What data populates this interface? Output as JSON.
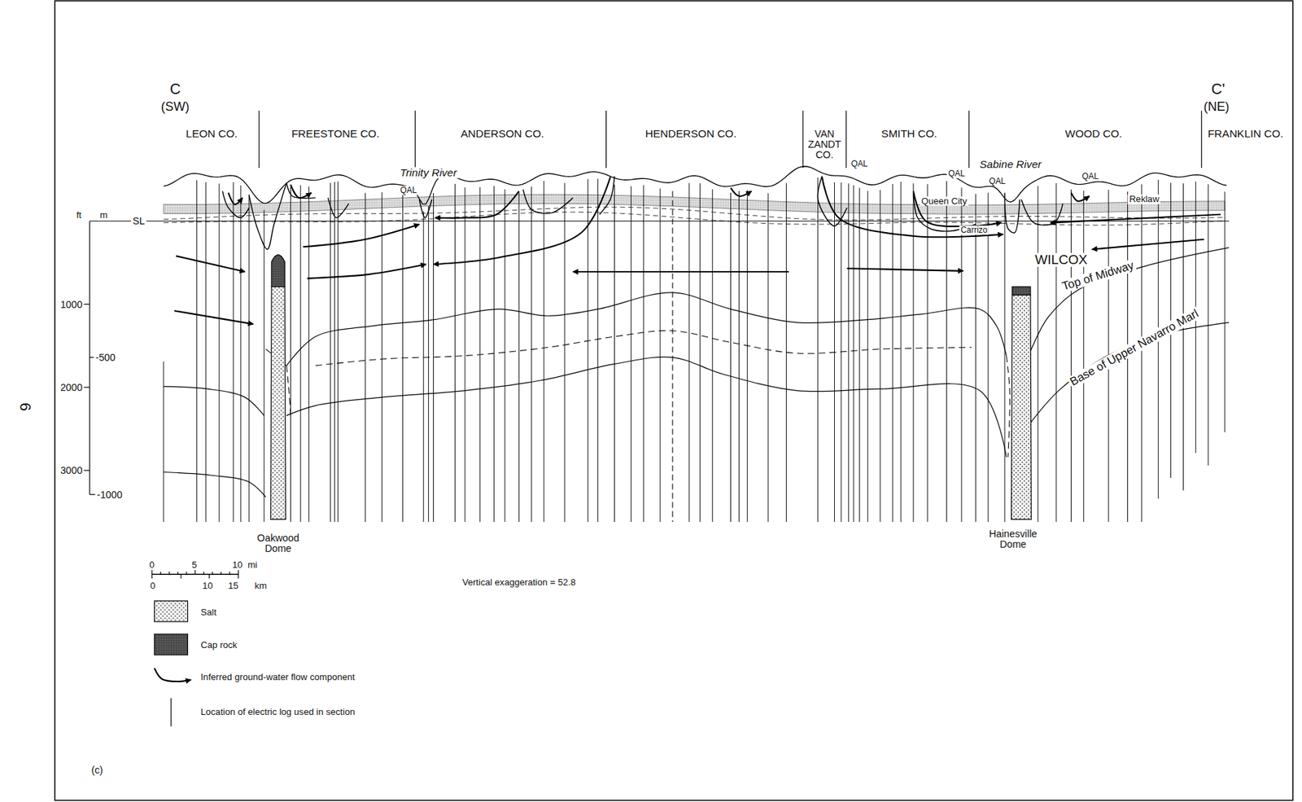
{
  "diagram": {
    "labels": [
      "C",
      "(SW)",
      "C'",
      "(NE)",
      "LEON CO.",
      "FREESTONE CO.",
      "ANDERSON CO.",
      "HENDERSON CO.",
      "VAN ZANDT CO.",
      "SMITH CO.",
      "WOOD CO.",
      "FRANKLIN CO.",
      "Trinity River",
      "Sabine River",
      "QAL",
      "QAL",
      "QAL",
      "QAL",
      "QAL",
      "Queen City",
      "Carrizo",
      "Reklaw",
      "WILCOX",
      "Top of Midway",
      "Base of Upper Navarro Marl",
      "ft",
      "m",
      "SL",
      "1000",
      "-500",
      "2000",
      "3000",
      "-1000",
      "Oakwood Dome",
      "Hainesville Dome",
      "0",
      "5",
      "10",
      "mi",
      "0",
      "10",
      "15",
      "km",
      "Vertical exaggeration = 52.8",
      "(c)",
      "6"
    ],
    "legend": [
      {
        "text": "Salt"
      },
      {
        "text": "Cap rock"
      },
      {
        "text": "Inferred ground-water flow component"
      },
      {
        "text": "Location of electric log used in section"
      }
    ]
  }
}
